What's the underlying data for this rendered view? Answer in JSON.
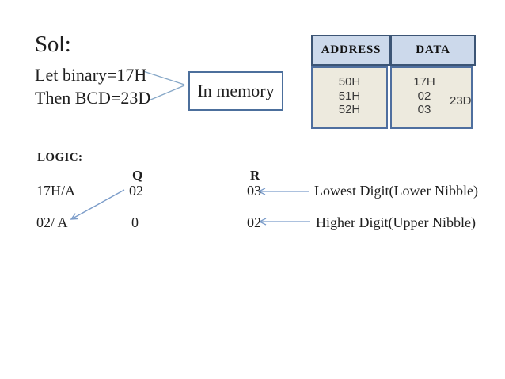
{
  "slide": {
    "title": "Sol:",
    "line1": "Let binary=17H",
    "line2": "Then BCD=23D",
    "memory_box_label": "In memory"
  },
  "memory_table": {
    "headers": [
      "ADDRESS",
      "DATA"
    ],
    "address_rows": [
      "50H",
      "51H",
      "52H"
    ],
    "data_rows": [
      "17H",
      "02",
      "03"
    ],
    "brace_label": "23D"
  },
  "logic": {
    "heading": "LOGIC:",
    "col_q": "Q",
    "col_r": "R",
    "rows": [
      {
        "operation": "17H/A",
        "q": "02",
        "r": "03",
        "note": "Lowest Digit(Lower Nibble)"
      },
      {
        "operation": "02/ A",
        "q": "0",
        "r": "02",
        "note": "Higher Digit(Upper Nibble)"
      }
    ]
  },
  "colors": {
    "header_fill": "#ccd9eb",
    "header_border": "#3c5575",
    "body_fill": "#edeade",
    "body_border": "#4f6f9f",
    "callout_border": "#4c6f9c",
    "arrow": "#7b9cc9",
    "text": "#1f1f1f"
  }
}
